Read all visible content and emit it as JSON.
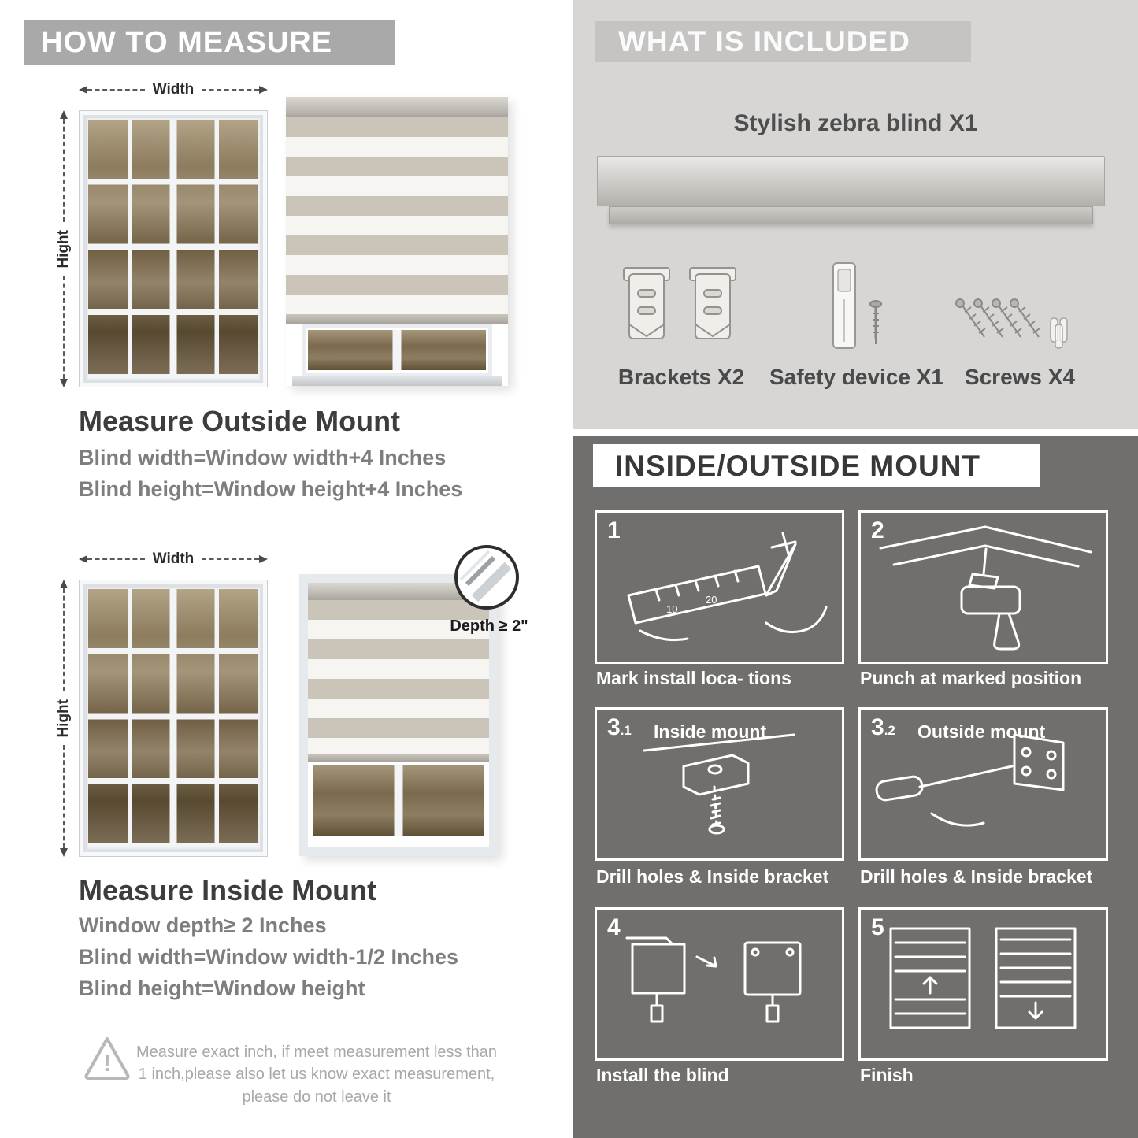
{
  "left": {
    "header": "HOW TO MEASURE",
    "dims": {
      "width": "Width",
      "height": "Hight"
    },
    "outside": {
      "title": "Measure Outside Mount",
      "lines": [
        "Blind width=Window width+4 Inches",
        "Blind height=Window height+4 Inches"
      ]
    },
    "inside": {
      "depth_callout": "Depth ≥ 2\"",
      "title": "Measure Inside Mount",
      "lines": [
        "Window depth≥ 2 Inches",
        "Blind width=Window width-1/2 Inches",
        "Blind height=Window height"
      ]
    },
    "warning": {
      "icon": "warning-triangle-icon",
      "text": "Measure exact inch, if meet measurement less than 1 inch,please also let us know exact measurement, please do not leave it"
    }
  },
  "included": {
    "header": "WHAT IS INCLUDED",
    "product_title": "Stylish zebra blind X1",
    "items": [
      {
        "icon": "brackets-icon",
        "label": "Brackets X2"
      },
      {
        "icon": "safety-device-icon",
        "label": "Safety device X1"
      },
      {
        "icon": "screws-icon",
        "label": "Screws X4"
      }
    ]
  },
  "mount": {
    "header": "INSIDE/OUTSIDE MOUNT",
    "steps": [
      {
        "num": "1",
        "caption": "Mark install loca- tions"
      },
      {
        "num": "2",
        "caption": "Punch at  marked position"
      },
      {
        "num": "3",
        "sub": ".1",
        "title": "Inside mount",
        "caption": "Drill holes &  Inside bracket"
      },
      {
        "num": "3",
        "sub": ".2",
        "title": "Outside mount",
        "caption": "Drill holes &  Inside bracket"
      },
      {
        "num": "4",
        "caption": "Install the blind"
      },
      {
        "num": "5",
        "caption": "Finish"
      }
    ]
  },
  "colors": {
    "left_banner_gray": "#a9a9a9",
    "included_bg": "#d7d6d4",
    "included_banner": "#c5c4c2",
    "mount_bg": "#706f6d",
    "heading_text": "#3d3d3d",
    "formula_text": "#7e7e7e",
    "stripe_taupe": "#cbc5b9"
  }
}
